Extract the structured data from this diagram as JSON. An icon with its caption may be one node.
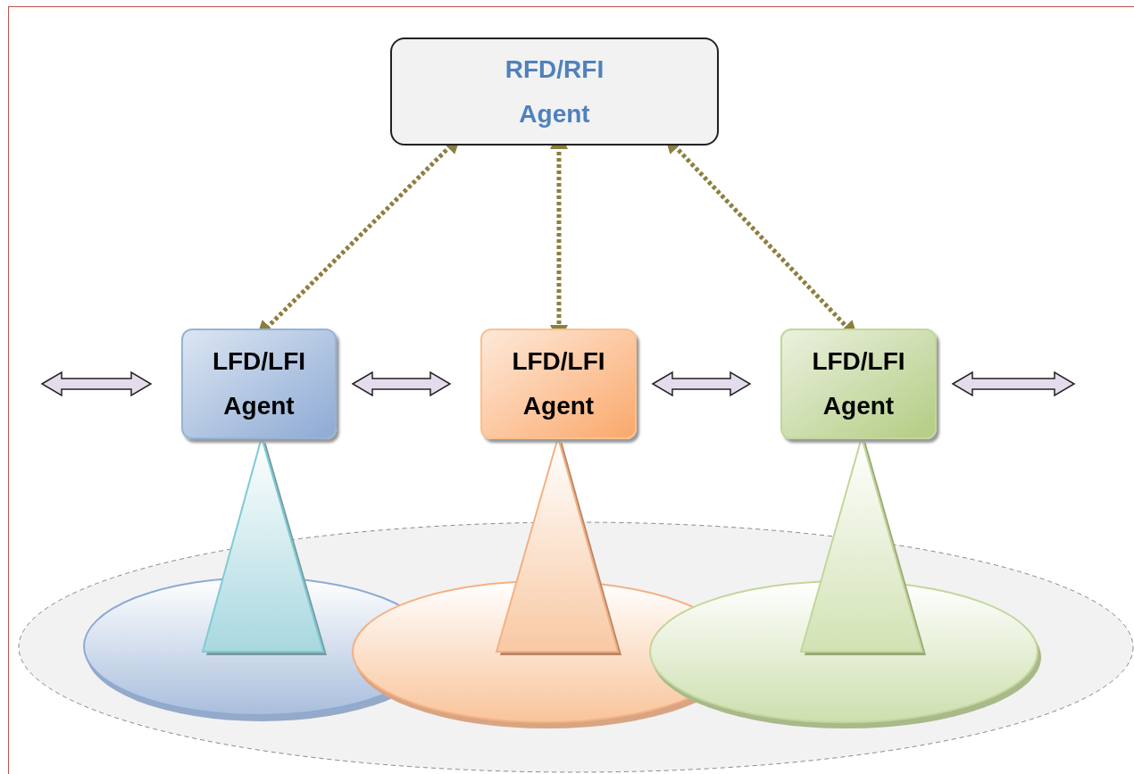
{
  "diagram": {
    "nodes": [
      {
        "text": [
          "RFD/RFI Agent"
        ]
      },
      {
        "text": [
          "LFD/LFI Agent"
        ]
      },
      {
        "text": [
          "LFD/LFI Agent"
        ]
      },
      {
        "text": [
          "LFD/LFI Agent"
        ]
      }
    ],
    "edges": [
      {
        "from": 0,
        "to": 1,
        "arrow": "both",
        "style": "dashed",
        "color": "#8c7f3e"
      },
      {
        "from": 0,
        "to": 2,
        "arrow": "both",
        "style": "dashed",
        "color": "#8c7f3e"
      },
      {
        "from": 0,
        "to": 3,
        "arrow": "both",
        "style": "dashed",
        "color": "#8c7f3e"
      },
      {
        "from": null,
        "to": 1,
        "arrow": "both"
      },
      {
        "from": 1,
        "to": 2,
        "arrow": "both"
      },
      {
        "from": 2,
        "to": 3,
        "arrow": "both"
      },
      {
        "from": 3,
        "to": null,
        "arrow": "both"
      }
    ]
  }
}
